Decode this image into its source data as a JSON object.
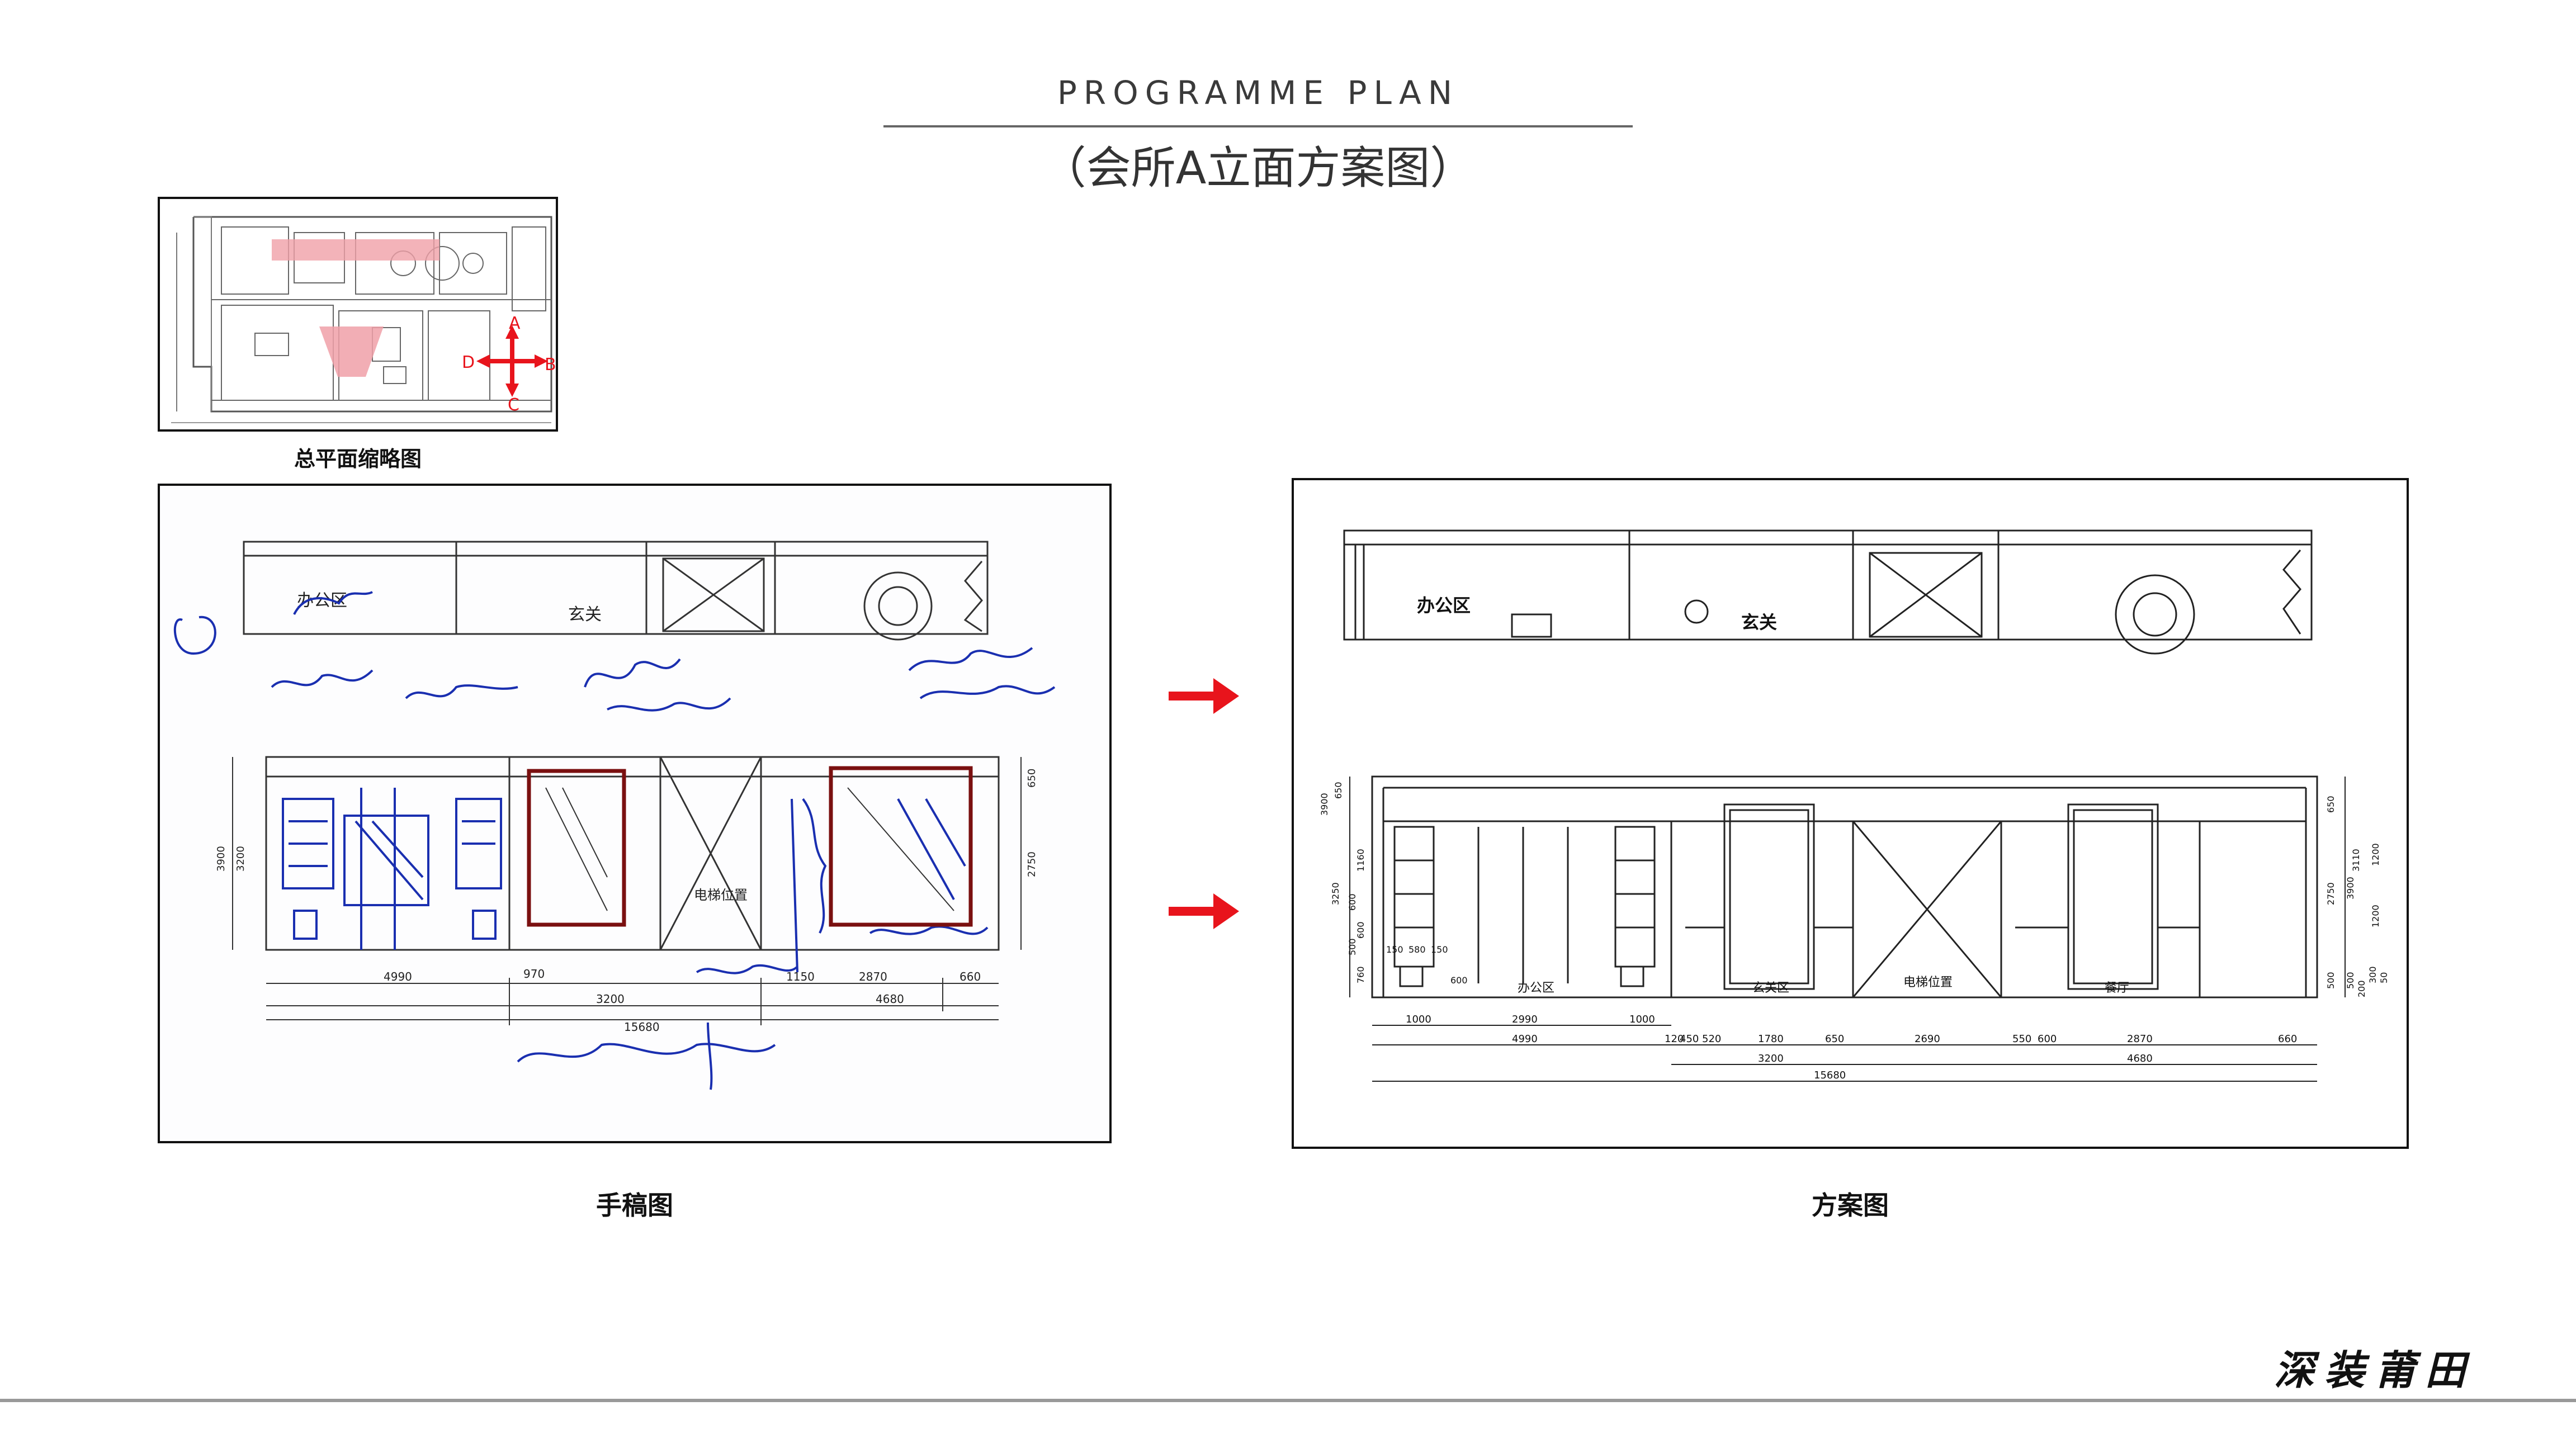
{
  "header": {
    "title_en": "PROGRAMME PLAN",
    "title_cn": "（会所A立面方案图）"
  },
  "keyplan": {
    "caption": "总平面缩略图",
    "compass": {
      "north": "A",
      "east": "B",
      "south": "C",
      "west": "D"
    }
  },
  "sketch": {
    "caption": "手稿图",
    "labels": {
      "office": "办公区",
      "foyer": "玄关",
      "elevator": "电梯位置",
      "total_width": "15680",
      "dim_4990": "4990",
      "dim_3200": "3200",
      "dim_2870": "2870",
      "dim_4680": "4680",
      "dim_660": "660",
      "dim_970": "970",
      "dim_1150": "1150",
      "dim_3900": "3900",
      "dim_3200v": "3200",
      "dim_2750": "2750",
      "dim_650": "650"
    }
  },
  "scheme": {
    "caption": "方案图",
    "labels": {
      "office": "办公区",
      "foyer": "玄关",
      "office_small": "办公区",
      "foyer_small": "玄关区",
      "elevator": "电梯位置",
      "dining": "餐厅"
    },
    "dims_row1": [
      "1000",
      "2990",
      "1000"
    ],
    "dims_row2": [
      "4990",
      "120",
      "450",
      "520",
      "1780",
      "650",
      "2690",
      "550",
      "600",
      "2870",
      "660"
    ],
    "dims_row3": [
      "3200",
      "4680"
    ],
    "dims_total": "15680",
    "dims_left": [
      "3900",
      "3250",
      "650",
      "1160",
      "600",
      "600",
      "500",
      "760"
    ],
    "dims_left_small": [
      "150",
      "580",
      "150",
      "600"
    ],
    "dims_right": [
      "650",
      "2750",
      "3900",
      "3110",
      "1200",
      "1200",
      "500",
      "500",
      "200",
      "300",
      "50"
    ]
  },
  "arrows": {
    "count": 2,
    "color": "#e8141c"
  },
  "brand": "深装莆田",
  "colors": {
    "ink": "#111111",
    "pen_blue": "#1a2fb0",
    "pen_red": "#7a1010",
    "highlight": "#f0a0a8"
  }
}
